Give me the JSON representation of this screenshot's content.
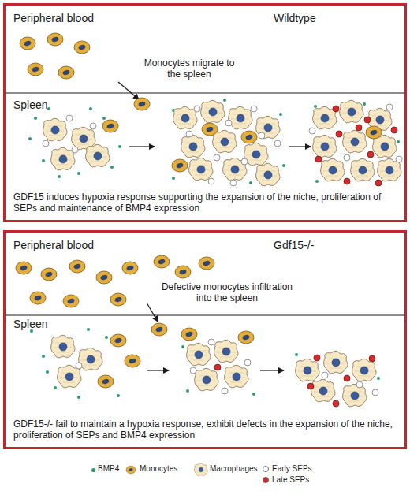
{
  "diagram": {
    "nodes": [
      {
        "text": [
          "Peripheral blood",
          "Wildtype",
          "Monocytes migrate to the spleen",
          "Spleen",
          "GDF15 induces hypoxia response supporting the expansion of the niche, proliferation of SEPs and maintenance of BMP4 expression"
        ]
      },
      {
        "text": [
          "Peripheral blood",
          "Gdf15-/-",
          "Defective monocytes infiltration into the spleen",
          "Spleen",
          "GDF15-/- fail to maintain a hypoxia response, exhibit defects in the expansion of the niche, proliferation of SEPs and BMP4 expression"
        ]
      }
    ],
    "legend": [
      {
        "text": "BMP4",
        "color": "#2f9a6c"
      },
      {
        "text": "Monocytes"
      },
      {
        "text": "Macrophages"
      },
      {
        "text": "Early SEPs",
        "color": "#ffffff"
      },
      {
        "text": "Late SEPs",
        "color": "#d62b2b"
      }
    ]
  }
}
